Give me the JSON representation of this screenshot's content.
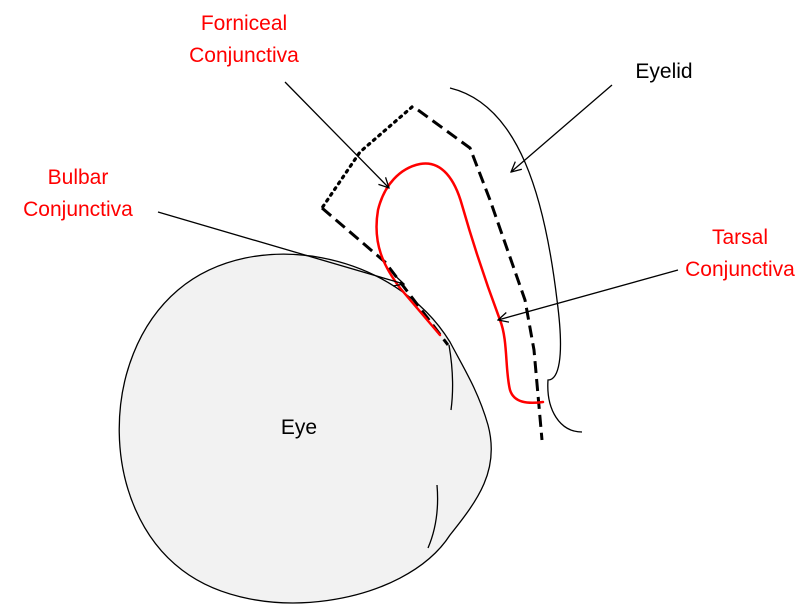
{
  "labels": {
    "forniceal_line1": "Forniceal",
    "forniceal_line2": "Conjunctiva",
    "eyelid": "Eyelid",
    "bulbar_line1": "Bulbar",
    "bulbar_line2": "Conjunctiva",
    "tarsal_line1": "Tarsal",
    "tarsal_line2": "Conjunctiva",
    "eye": "Eye"
  },
  "colors": {
    "highlight": "#ff0000",
    "outline": "#000000",
    "eye_fill": "#f2f2f2",
    "label_black": "#000000"
  }
}
